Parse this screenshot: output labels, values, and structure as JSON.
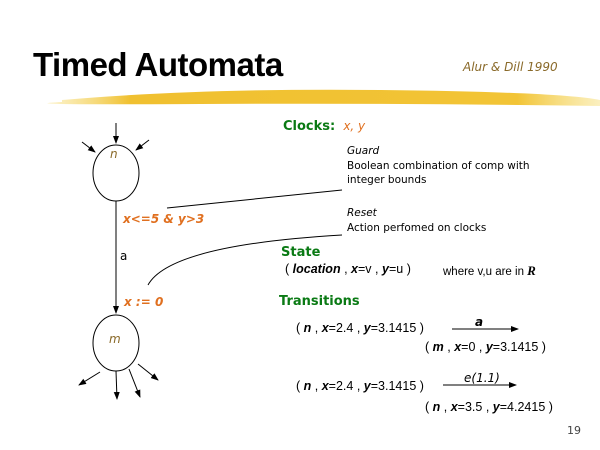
{
  "title": "Timed Automata",
  "citation": "Alur & Dill 1990",
  "clocks": {
    "label": "Clocks:",
    "value": "x, y"
  },
  "diagram": {
    "node_n": "n",
    "node_m": "m",
    "guard": "x<=5 & y>3",
    "action": "a",
    "reset": "x := 0"
  },
  "guard": {
    "title": "Guard",
    "line1": "Boolean combination of comp with",
    "line2": "integer bounds"
  },
  "reset": {
    "title": "Reset",
    "text": "Action perfomed on clocks"
  },
  "state": {
    "heading": "State",
    "tuple_open": "(",
    "location": "location",
    "sep1": ",",
    "x": "x",
    "xv": "=v",
    "sep2": ",",
    "y": "y",
    "yv": "=u",
    "tuple_close": ")",
    "note": "where v,u are in",
    "R": "R"
  },
  "transitions": {
    "heading": "Transitions",
    "t1": {
      "from": [
        "n",
        "2.4",
        "3.1415"
      ],
      "label": "a",
      "to": [
        "m",
        "0",
        "3.1415"
      ]
    },
    "t2": {
      "from": [
        "n",
        "2.4",
        "3.1415"
      ],
      "label": "e(1.1)",
      "to": [
        "n",
        "3.5",
        "4.2415"
      ]
    }
  },
  "page_number": "19"
}
